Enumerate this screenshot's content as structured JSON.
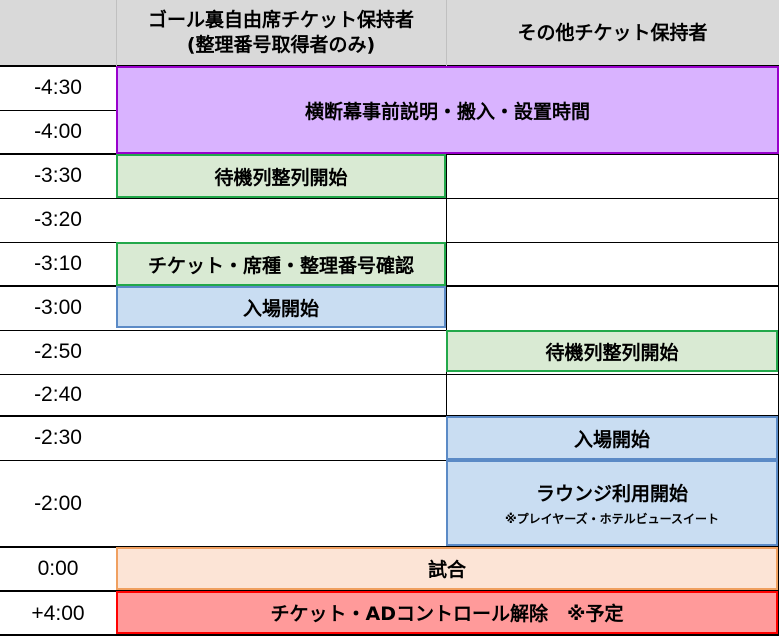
{
  "headers": {
    "left_line1": "ゴール裏自由席チケット保持者",
    "left_line2": "(整理番号取得者のみ)",
    "right": "その他チケット保持者"
  },
  "times": [
    "-4:30",
    "-4:00",
    "-3:30",
    "-3:20",
    "-3:10",
    "-3:00",
    "-2:50",
    "-2:40",
    "-2:30",
    "-2:00",
    "0:00",
    "+4:00"
  ],
  "blocks": {
    "banner_setup": "横断幕事前説明・搬入・設置時間",
    "left_queue_start": "待機列整列開始",
    "left_ticket_check": "チケット・席種・整理番号確認",
    "left_entry_start": "入場開始",
    "right_queue_start": "待機列整列開始",
    "right_entry_start": "入場開始",
    "right_lounge_start": "ラウンジ利用開始",
    "right_lounge_note": "※プレイヤーズ・ホテルビュースイート",
    "match": "試合",
    "ad_release": "チケット・ADコントロール解除　※予定"
  },
  "colors": {
    "header_bg": "#d9d9d9",
    "purple": "#d9b3ff",
    "green": "#d9ead3",
    "blue": "#c9ddf2",
    "orange": "#fce4d6",
    "red": "#ff9a9a"
  }
}
